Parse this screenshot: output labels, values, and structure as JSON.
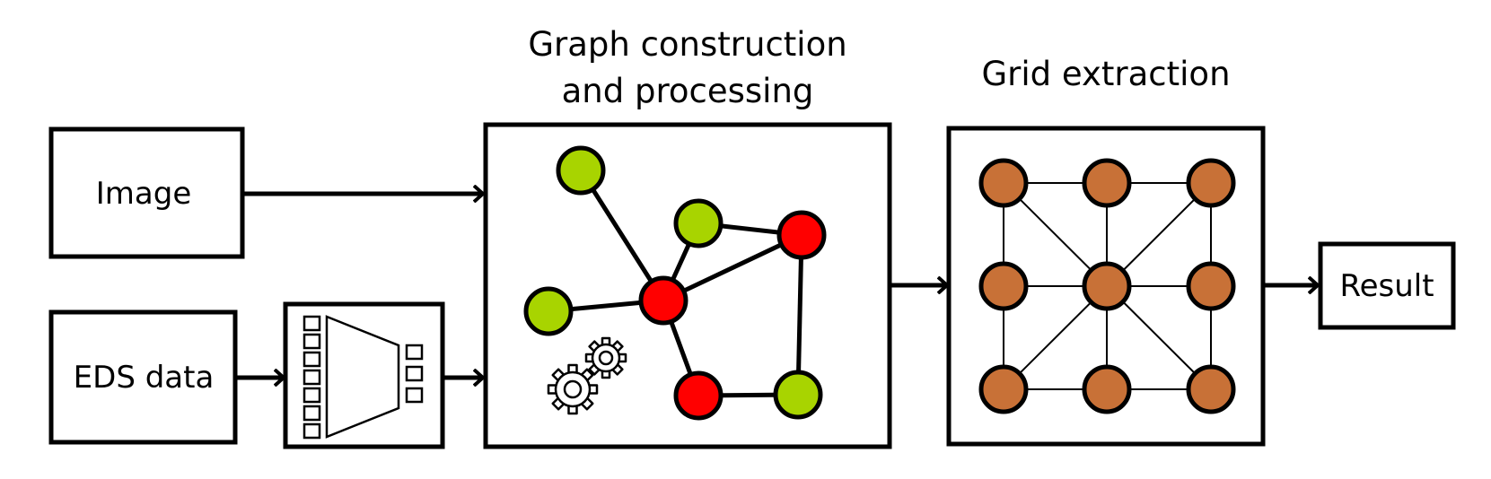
{
  "diagram": {
    "inputs": {
      "image_label": "Image",
      "eds_label": "EDS data"
    },
    "graph_stage": {
      "title_line1": "Graph construction",
      "title_line2": "and processing"
    },
    "grid_stage": {
      "title": "Grid extraction"
    },
    "output": {
      "result_label": "Result"
    },
    "icons": [
      "encoder-icon",
      "gears-icon"
    ],
    "colors": {
      "green_node": "#a8d400",
      "red_node": "#ff0000",
      "orange_node": "#c87137",
      "stroke": "#000000"
    }
  }
}
